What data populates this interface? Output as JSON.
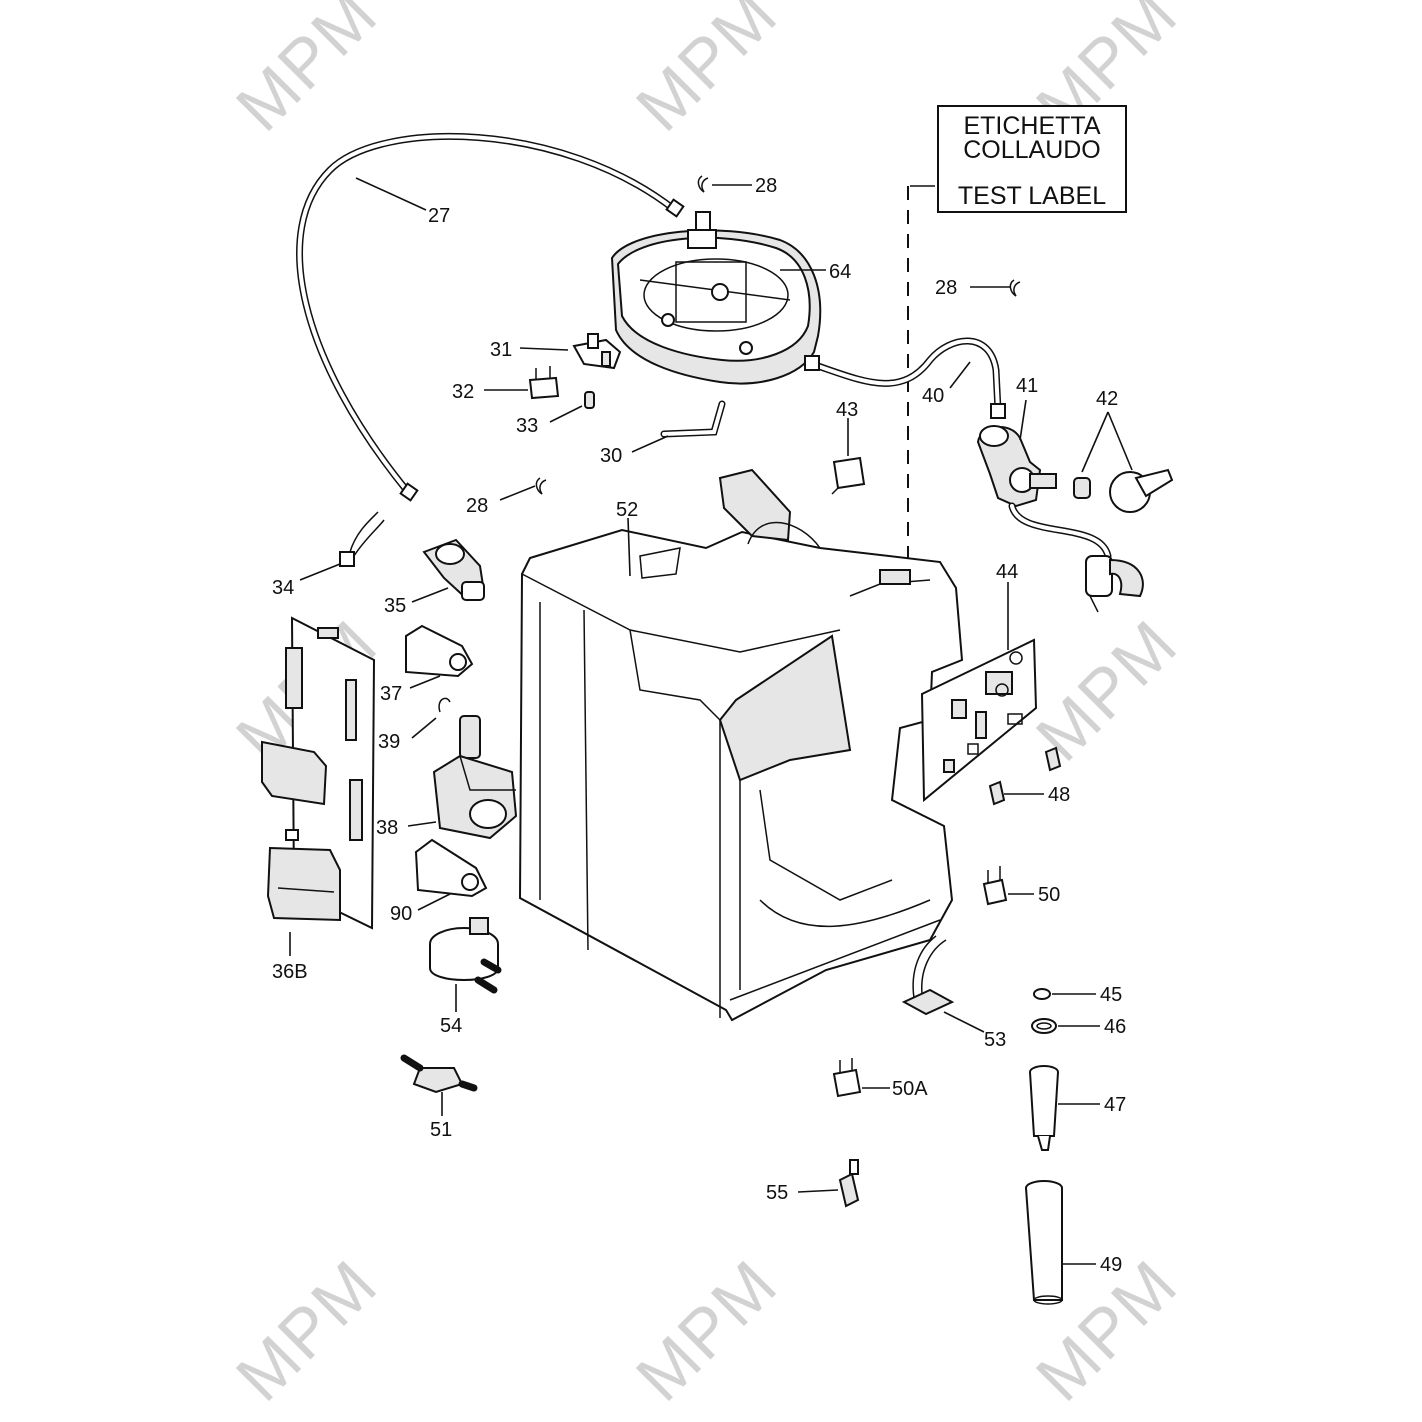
{
  "watermark": "MPM",
  "test_label": {
    "line1": "ETICHETTA",
    "line2": "COLLAUDO",
    "line3": "TEST LABEL"
  },
  "callouts": {
    "p27": "27",
    "p28a": "28",
    "p28b": "28",
    "p28c": "28",
    "p64": "64",
    "p31": "31",
    "p32": "32",
    "p33": "33",
    "p30": "30",
    "p40": "40",
    "p41": "41",
    "p42": "42",
    "p43": "43",
    "p52": "52",
    "p34": "34",
    "p35": "35",
    "p37": "37",
    "p39": "39",
    "p38": "38",
    "p90": "90",
    "p36b": "36B",
    "p54": "54",
    "p51": "51",
    "p44": "44",
    "p48": "48",
    "p50": "50",
    "p45": "45",
    "p46": "46",
    "p53": "53",
    "p50a": "50A",
    "p47": "47",
    "p55": "55",
    "p49": "49"
  }
}
